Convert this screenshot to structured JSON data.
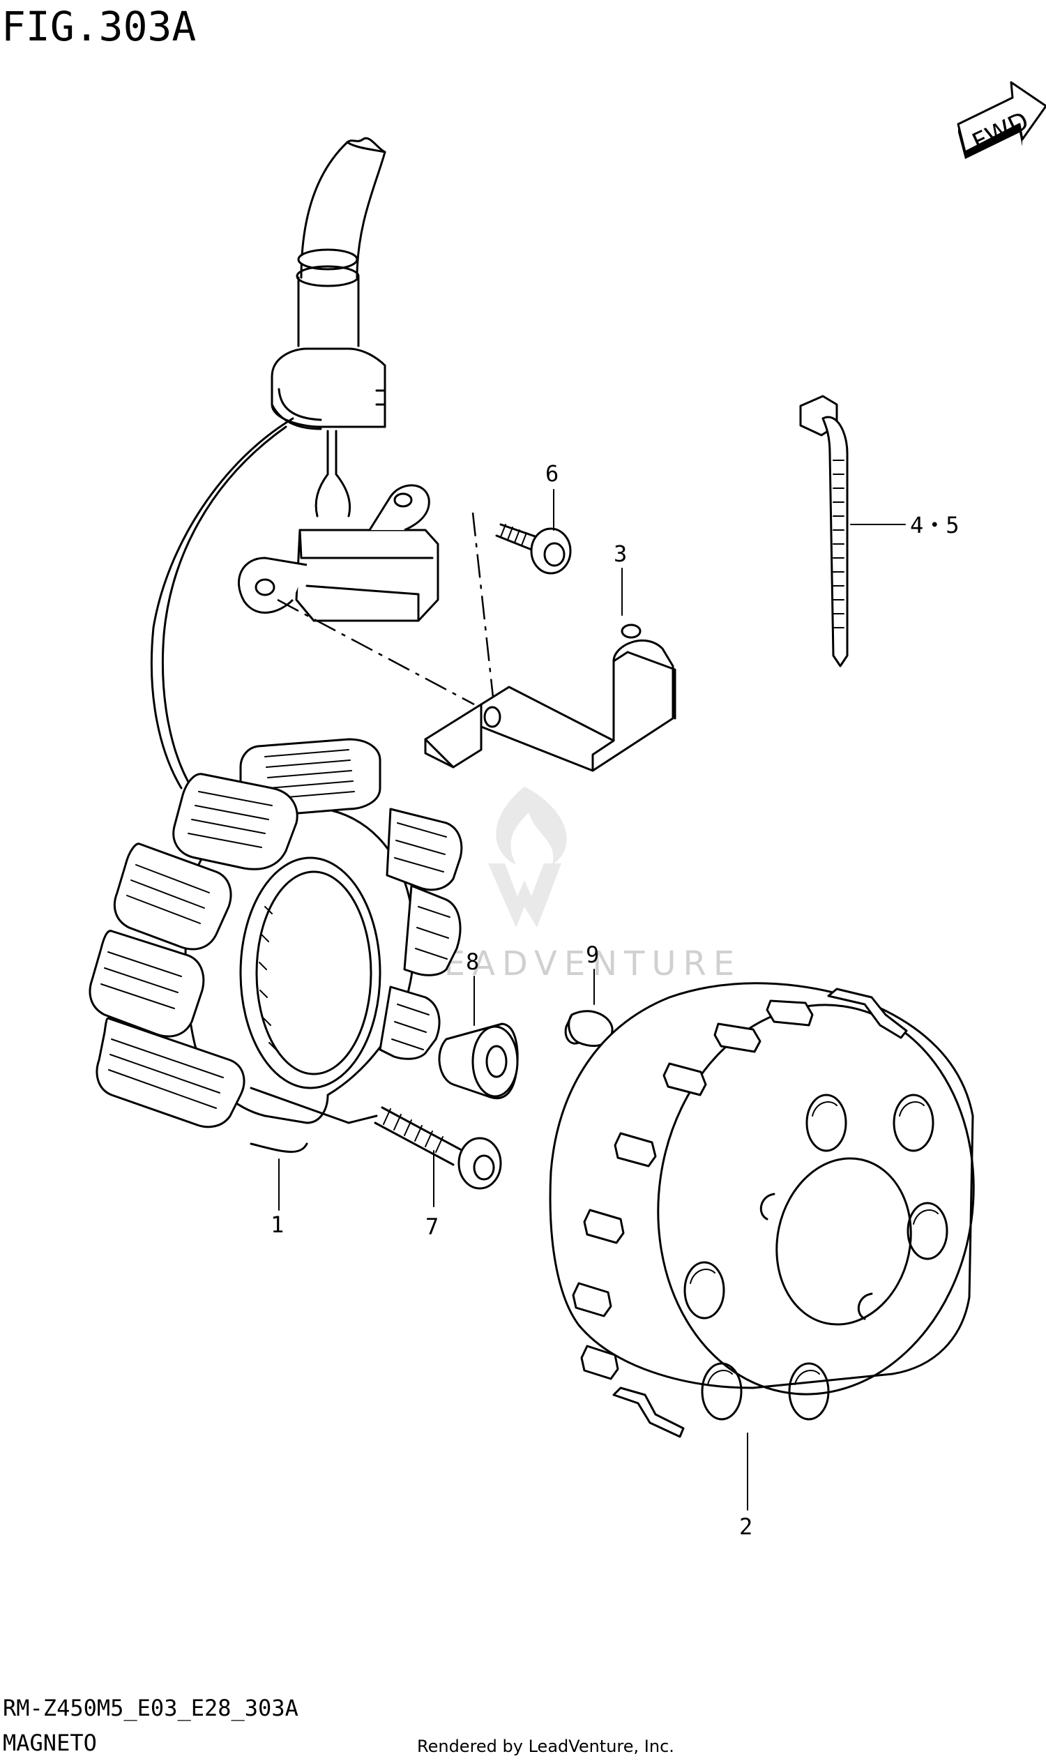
{
  "figure": {
    "title": "FIG.303A",
    "fwd_label": "FWD",
    "model_code": "RM-Z450M5_E03_E28_303A",
    "section_name": "MAGNETO",
    "credit": "Rendered by LeadVenture, Inc.",
    "watermark": "LEADVENTURE"
  },
  "callouts": {
    "stator": "1",
    "rotor": "2",
    "bracket": "3",
    "clamp": "4・5",
    "bolt_bracket": "6",
    "bolt_stator": "7",
    "grommet": "8",
    "key": "9"
  },
  "icons": [
    "fwd-arrow-icon",
    "leadventure-flame-logo-icon"
  ]
}
